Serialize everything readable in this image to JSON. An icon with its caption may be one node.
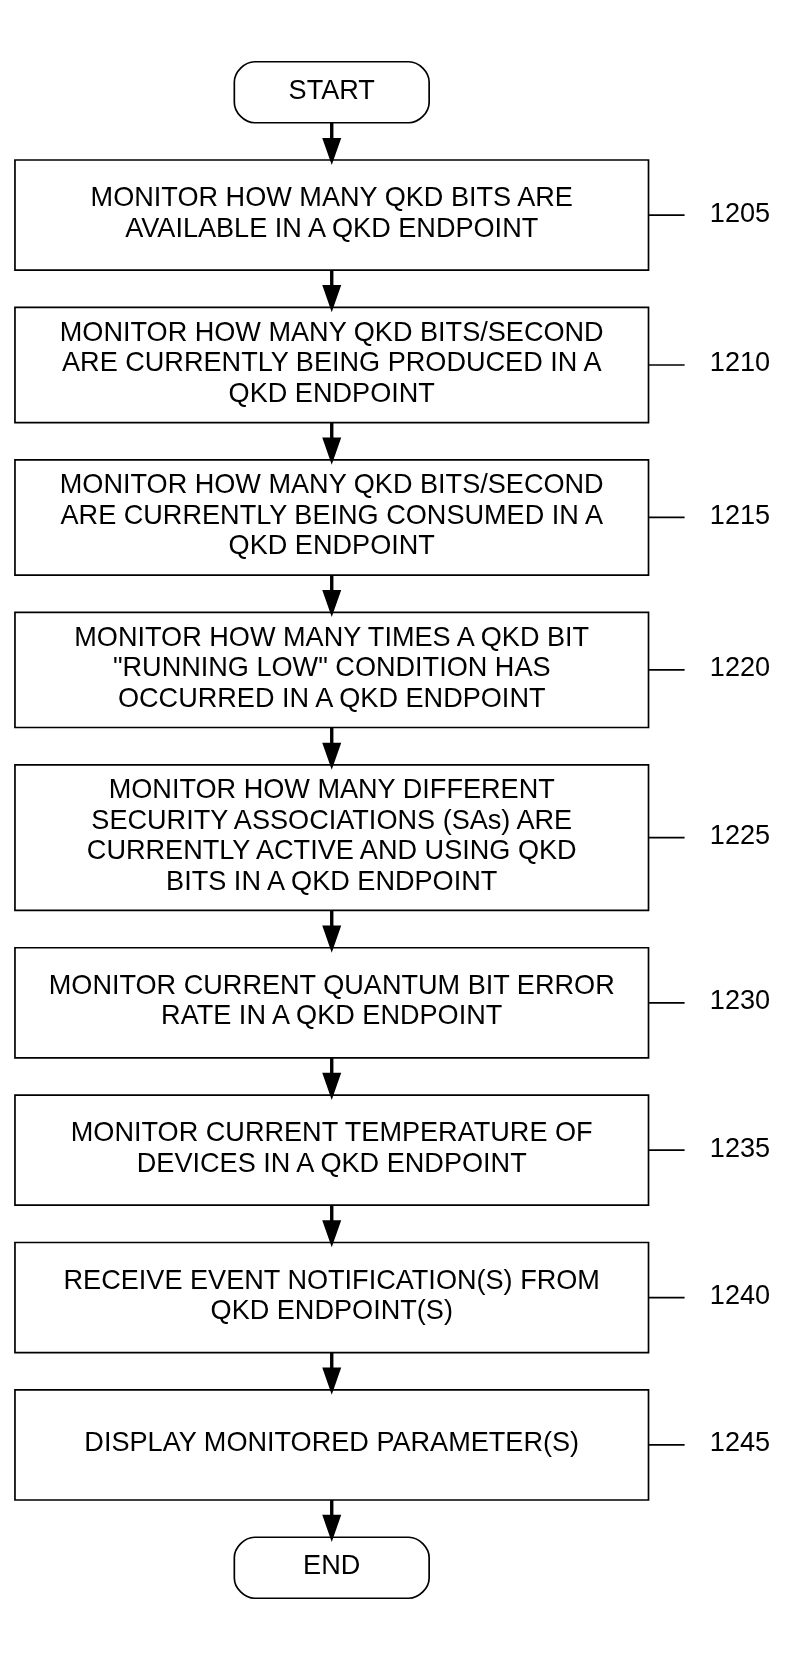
{
  "diagram": {
    "nodes": [
      {
        "text": [
          "START"
        ]
      },
      {
        "text": [
          "MONITOR HOW MANY QKD BITS ARE AVAILABLE IN A QKD ENDPOINT"
        ],
        "beside": [
          "1205"
        ]
      },
      {
        "text": [
          "MONITOR HOW MANY QKD BITS/SECOND ARE CURRENTLY BEING PRODUCED IN A QKD ENDPOINT"
        ],
        "beside": [
          "1210"
        ]
      },
      {
        "text": [
          "MONITOR HOW MANY QKD BITS/SECOND ARE CURRENTLY BEING CONSUMED IN A QKD ENDPOINT"
        ],
        "beside": [
          "1215"
        ]
      },
      {
        "text": [
          "MONITOR HOW MANY TIMES A QKD BIT \"RUNNING LOW\" CONDITION HAS OCCURRED IN A QKD ENDPOINT"
        ],
        "beside": [
          "1220"
        ]
      },
      {
        "text": [
          "MONITOR HOW MANY DIFFERENT SECURITY ASSOCIATIONS (SAs) ARE CURRENTLY ACTIVE AND USING QKD BITS IN A QKD ENDPOINT"
        ],
        "beside": [
          "1225"
        ]
      },
      {
        "text": [
          "MONITOR CURRENT QUANTUM BIT ERROR RATE IN A QKD ENDPOINT"
        ],
        "beside": [
          "1230"
        ]
      },
      {
        "text": [
          "MONITOR CURRENT TEMPERATURE OF DEVICES IN A QKD ENDPOINT"
        ],
        "beside": [
          "1235"
        ]
      },
      {
        "text": [
          "RECEIVE EVENT NOTIFICATION(S) FROM QKD ENDPOINT(S)"
        ],
        "beside": [
          "1240"
        ]
      },
      {
        "text": [
          "DISPLAY MONITORED PARAMETER(S)"
        ],
        "beside": [
          "1245"
        ]
      },
      {
        "text": [
          "END"
        ]
      }
    ],
    "edges": [
      {
        "from": 0,
        "to": 1,
        "arrow": "to"
      },
      {
        "from": 1,
        "to": 2,
        "arrow": "to"
      },
      {
        "from": 2,
        "to": 3,
        "arrow": "to"
      },
      {
        "from": 3,
        "to": 4,
        "arrow": "to"
      },
      {
        "from": 4,
        "to": 5,
        "arrow": "to"
      },
      {
        "from": 5,
        "to": 6,
        "arrow": "to"
      },
      {
        "from": 6,
        "to": 7,
        "arrow": "to"
      },
      {
        "from": 7,
        "to": 8,
        "arrow": "to"
      },
      {
        "from": 8,
        "to": 9,
        "arrow": "to"
      },
      {
        "from": 9,
        "to": 10,
        "arrow": "to"
      }
    ]
  }
}
